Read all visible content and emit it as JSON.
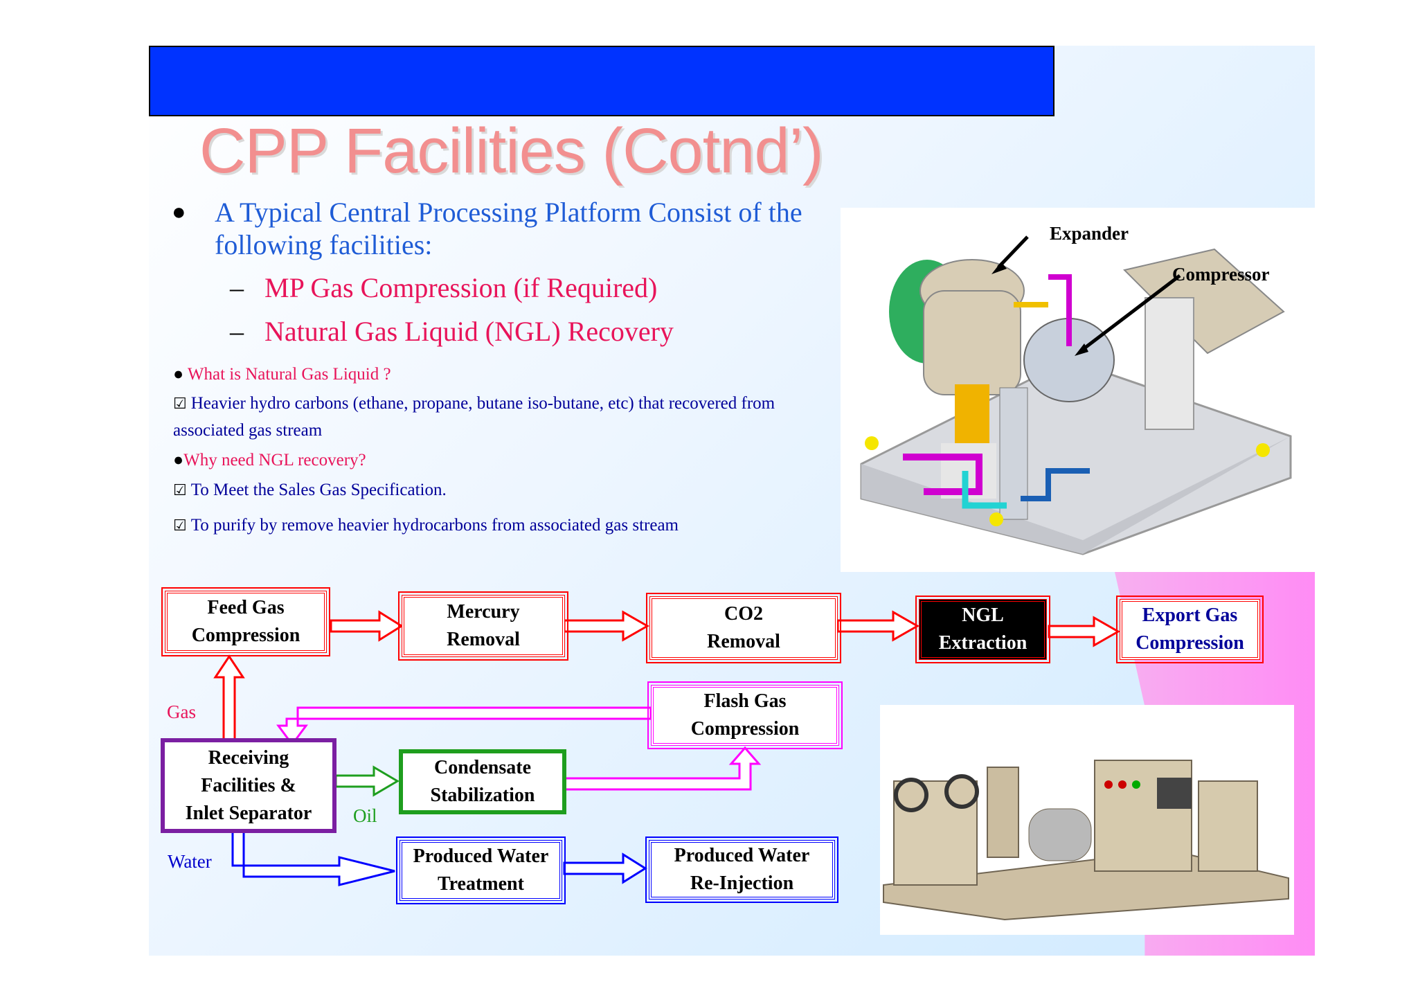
{
  "title": "CPP Facilities (Cotnd’)",
  "intro": "A Typical Central Processing Platform Consist of the following facilities:",
  "sub_items": [
    "MP Gas Compression (if Required)",
    "Natural Gas Liquid (NGL) Recovery"
  ],
  "notes": {
    "q1": "What is Natural Gas Liquid ?",
    "a1_line1": "Heavier hydro carbons (ethane, propane, butane iso-butane, etc) that recovered from",
    "a1_line2": "associated gas stream",
    "q2": "Why need NGL recovery?",
    "a2": "To Meet the Sales Gas Specification.",
    "a3": "To purify by remove heavier hydrocarbons from associated gas stream"
  },
  "photo_labels": {
    "expander": "Expander",
    "compressor": "Compressor"
  },
  "flow": {
    "feed_gas": [
      "Feed Gas",
      "Compression"
    ],
    "mercury": [
      "Mercury",
      "Removal"
    ],
    "co2": [
      "CO2",
      "Removal"
    ],
    "ngl": [
      "NGL",
      "Extraction"
    ],
    "export": [
      "Export Gas",
      "Compression"
    ],
    "flash": [
      "Flash Gas",
      "Compression"
    ],
    "receiving": [
      "Receiving",
      "Facilities &",
      "Inlet Separator"
    ],
    "condensate": [
      "Condensate",
      "Stabilization"
    ],
    "pw_treatment": [
      "Produced Water",
      "Treatment"
    ],
    "pw_reinjection": [
      "Produced Water",
      "Re-Injection"
    ]
  },
  "stream_labels": {
    "gas": "Gas",
    "oil": "Oil",
    "water": "Water"
  }
}
